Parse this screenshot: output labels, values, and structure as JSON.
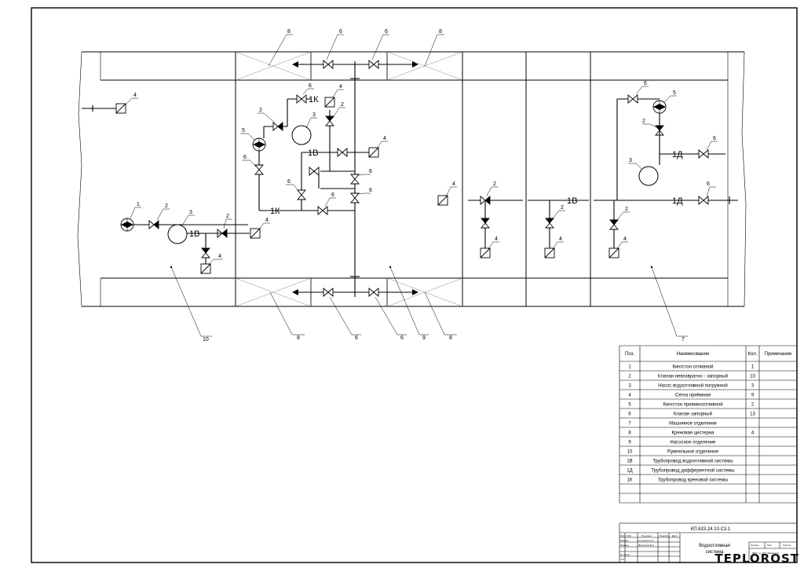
{
  "drawing": {
    "pipe_labels": {
      "stern_1v": "1В",
      "pump_1k_top": "1К",
      "pump_1v": "1В",
      "pump_1k_bottom": "1К",
      "eng_1v": "1В",
      "mach_1d_top": "1Д",
      "mach_1d_bottom": "1Д"
    },
    "callouts": {
      "c_stern_grid": "4",
      "c_stern_kingston": "1",
      "c_stern_valve2": "2",
      "c_stern_pump": "3",
      "c_stern_valve2b": "2",
      "c_stern_grid2": "4",
      "c_stern_grid3": "4",
      "c_stern_room": "10",
      "c_top_tank_l": "8",
      "c_top_v_l": "6",
      "c_top_v_r": "6",
      "c_top_tank_r": "8",
      "c_p_v6_top": "6",
      "c_p_grid_top": "4",
      "c_p_nv2": "2",
      "c_p_nv2b": "2",
      "c_p_pump3": "3",
      "c_p_kingston5": "5",
      "c_p_v6_left": "6",
      "c_p_grid4_right": "4",
      "c_p_v6_a": "6",
      "c_p_v6_b": "6",
      "c_p_v6_c": "6",
      "c_p_v6_d": "6",
      "c_p_room": "9",
      "c_e_grid": "4",
      "c_e_nv2_top": "2",
      "c_e_grid_bot": "4",
      "c_e_nv2": "2",
      "c_e_grid_bot2": "4",
      "c_m_v6_top": "6",
      "c_m_kingston5": "5",
      "c_m_nv2": "2",
      "c_m_v6_1d": "6",
      "c_m_pump3": "3",
      "c_m_v6_1d_b": "6",
      "c_m_nv2_low": "2",
      "c_m_grid": "4",
      "c_m_room": "7",
      "c_bot_tank_l": "8",
      "c_bot_v_l": "6",
      "c_bot_v_r": "6",
      "c_bot_room9": "9",
      "c_bot_tank_r": "8"
    }
  },
  "spec_table": {
    "headers": [
      "Поз.",
      "Наименование",
      "Кол.",
      "Примечание"
    ],
    "rows": [
      [
        "1",
        "Кингстон отливной",
        "1",
        ""
      ],
      [
        "2",
        "Клапан невозвратно - запорный",
        "10",
        ""
      ],
      [
        "3",
        "Насос водоотливной погружной",
        "3",
        ""
      ],
      [
        "4",
        "Сетка приёмная",
        "9",
        ""
      ],
      [
        "5",
        "Кингстон приемноотливной",
        "2",
        ""
      ],
      [
        "6",
        "Клапан запорный",
        "13",
        ""
      ],
      [
        "7",
        "Машинное отделение",
        "",
        ""
      ],
      [
        "8",
        "Креновая цистерна",
        "4",
        ""
      ],
      [
        "9",
        "Насосное отделение",
        "",
        ""
      ],
      [
        "10",
        "Румпельное отделение",
        "",
        ""
      ],
      [
        "1В",
        "Трубопровод водоотливной системы",
        "",
        ""
      ],
      [
        "1Д",
        "Трубопровод дифферентной системы",
        "",
        ""
      ],
      [
        "1К",
        "Трубопровод креновой системы",
        "",
        ""
      ],
      [
        "",
        "",
        "",
        ""
      ],
      [
        "",
        "",
        "",
        ""
      ]
    ]
  },
  "title_block": {
    "code": "КП.633.24.10.С3.1",
    "header_cells": [
      "Изм",
      "Лист",
      "№ докум.",
      "Подпись",
      "Дата"
    ],
    "roles": [
      "Разраб.",
      "Провер.",
      "",
      "Н. Контр.",
      "Утв."
    ],
    "names": [
      "Степанов А.А.",
      "Филиппов В.Н.",
      "",
      "",
      ""
    ],
    "title_line1": "Водоотливная",
    "title_line2": "система",
    "stage_label": "Литера",
    "sheet_label": "Лист",
    "sheets_label": "Листов",
    "org": "ФИС, гр. ГСУ (Фамилия)"
  },
  "watermark": "TEPLOROST"
}
